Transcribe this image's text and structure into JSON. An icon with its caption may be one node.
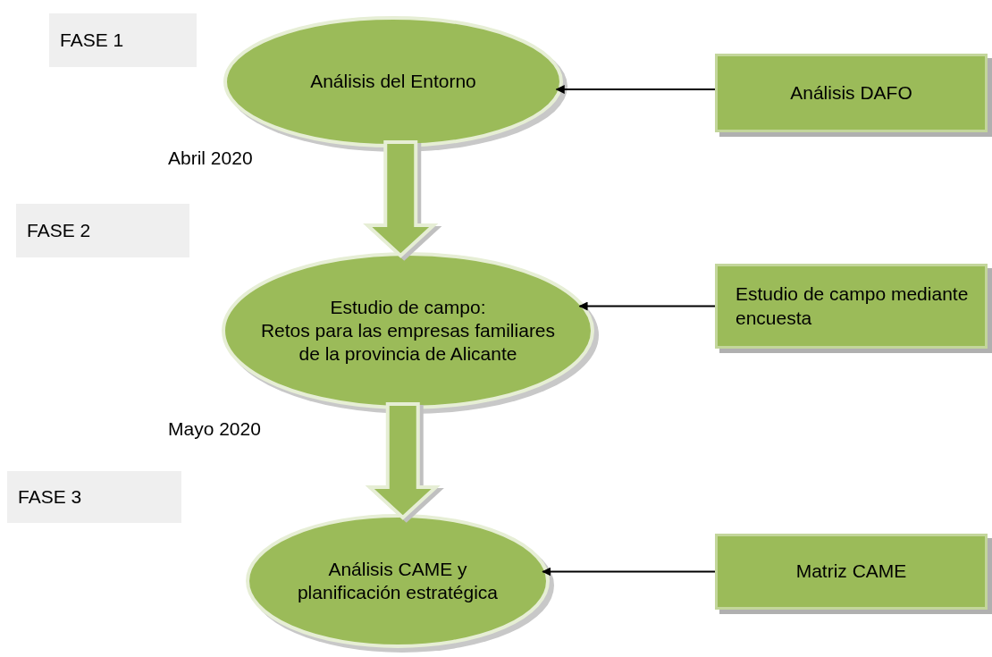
{
  "diagram": {
    "nodes": [
      {
        "text": [
          "FASE 1"
        ]
      },
      {
        "text": [
          "Análisis del Entorno"
        ]
      },
      {
        "text": [
          "Análisis  DAFO"
        ]
      },
      {
        "text": [
          "FASE 2"
        ]
      },
      {
        "text": [
          "Estudio de campo:",
          "Retos para las empresas familiares de la provincia de Alicante"
        ]
      },
      {
        "text": [
          "Estudio de campo mediante encuesta"
        ]
      },
      {
        "text": [
          "FASE 3"
        ]
      },
      {
        "text": [
          "Análisis CAME y planificación estratégica"
        ]
      },
      {
        "text": [
          "Matriz  CAME"
        ]
      }
    ],
    "edges": [
      {
        "from": 2,
        "to": 1,
        "arrow": "to"
      },
      {
        "from": 1,
        "to": 4,
        "arrow": "to",
        "style": "thick"
      },
      {
        "from": 5,
        "to": 4,
        "arrow": "to"
      },
      {
        "from": 4,
        "to": 7,
        "arrow": "to",
        "style": "thick"
      },
      {
        "from": 8,
        "to": 7,
        "arrow": "to"
      }
    ],
    "labels": [
      "Abril 2020",
      "Mayo 2020"
    ]
  }
}
